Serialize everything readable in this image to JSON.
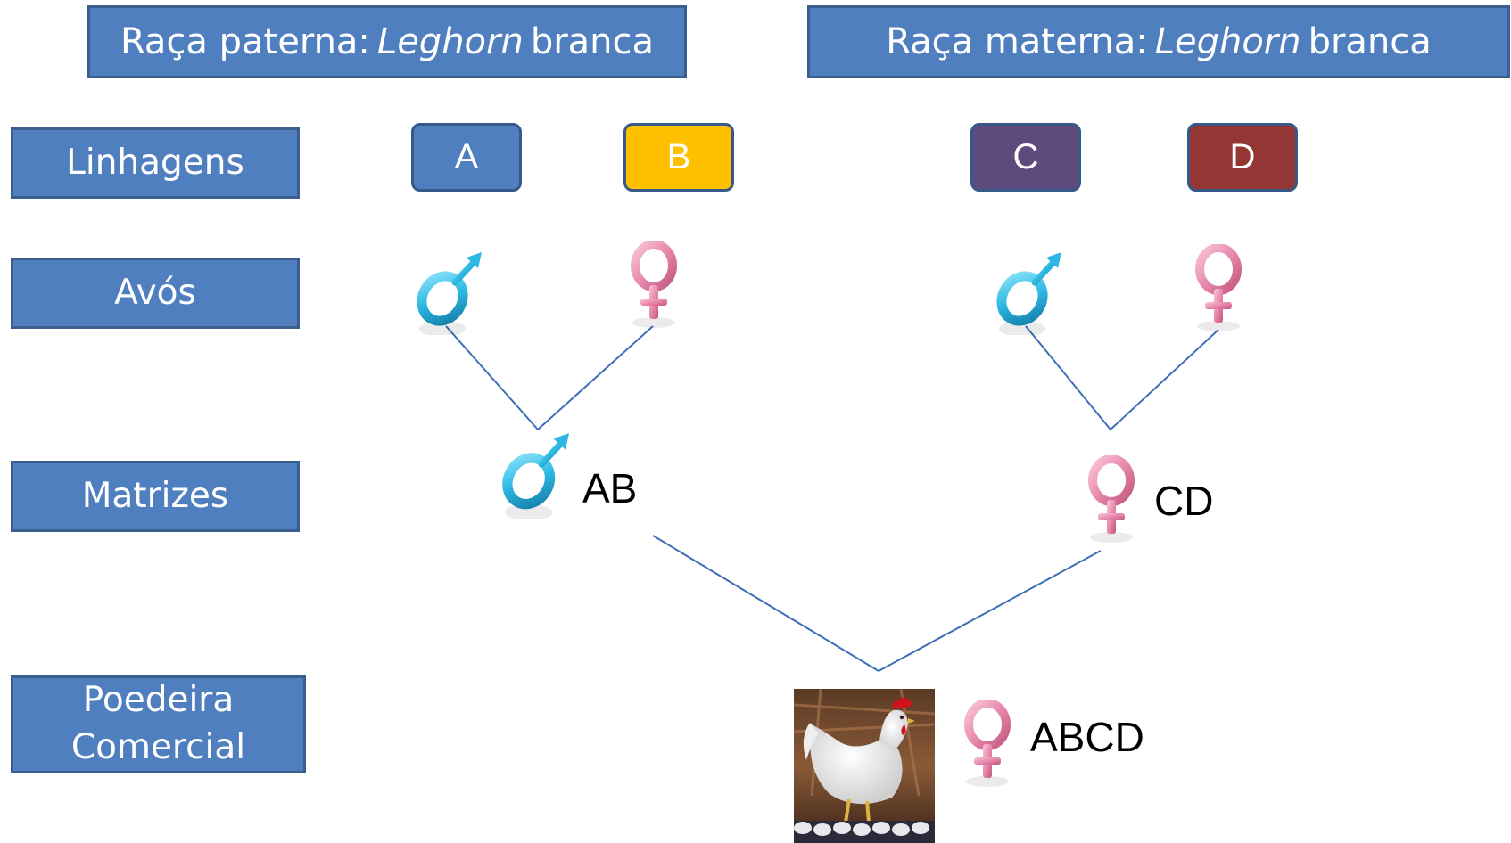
{
  "headers": {
    "paternal": {
      "prefix": "Raça paterna:",
      "breed": "Leghorn",
      "suffix": "branca"
    },
    "maternal": {
      "prefix": "Raça materna:",
      "breed": "Leghorn",
      "suffix": "branca"
    }
  },
  "rows": {
    "linhagens": "Linhagens",
    "avos": "Avós",
    "matrizes": "Matrizes",
    "poedeira_line1": "Poedeira",
    "poedeira_line2": "Comercial"
  },
  "lineages": [
    {
      "label": "A",
      "color": "#4f7fbf"
    },
    {
      "label": "B",
      "color": "#ffc000"
    },
    {
      "label": "C",
      "color": "#5e4a7c"
    },
    {
      "label": "D",
      "color": "#943634"
    }
  ],
  "crosses": {
    "ab": "AB",
    "cd": "CD",
    "abcd": "ABCD"
  },
  "colors": {
    "male_symbol": "#29b6e0",
    "female_symbol": "#e889ad",
    "connector": "#3e6fb6"
  }
}
